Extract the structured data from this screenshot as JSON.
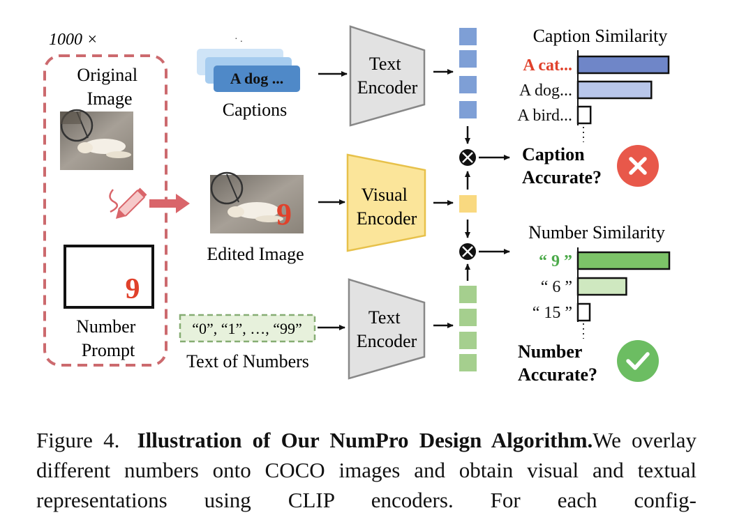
{
  "figure": {
    "multiplier": "1000 ×",
    "left_panel": {
      "original_image_label": [
        "Original",
        "Image"
      ],
      "number_prompt_label": [
        "Number",
        "Prompt"
      ],
      "prompt_number": "9"
    },
    "captions": {
      "card_text": "A dog ...",
      "label": "Captions"
    },
    "edited_image": {
      "label": "Edited Image",
      "overlay_number": "9"
    },
    "text_of_numbers": {
      "box_text": "“0”, “1”, …, “99”",
      "label": "Text of Numbers"
    },
    "encoders": {
      "text_top": [
        "Text",
        "Encoder"
      ],
      "visual": [
        "Visual",
        "Encoder"
      ],
      "text_bottom": [
        "Text",
        "Encoder"
      ]
    },
    "caption_similarity": {
      "title": "Caption Similarity",
      "rows": [
        {
          "label": "A cat...",
          "value": 1.0,
          "color": "#6f86c8",
          "label_color": "#e0412b",
          "bold": true
        },
        {
          "label": "A dog...",
          "value": 0.81,
          "color": "#b8c6ea",
          "label_color": "#111111",
          "bold": false
        },
        {
          "label": "A bird...",
          "value": 0.14,
          "color": "#ffffff",
          "label_color": "#111111",
          "bold": false
        }
      ],
      "question": [
        "Caption",
        "Accurate?"
      ],
      "result": "incorrect",
      "result_icon": "x-icon",
      "result_color": "#e8584a"
    },
    "number_similarity": {
      "title": "Number Similarity",
      "rows": [
        {
          "label": "“ 9 ”",
          "value": 1.0,
          "color": "#7cc368",
          "label_color": "#4caa4a",
          "bold": true
        },
        {
          "label": "“ 6 ”",
          "value": 0.53,
          "color": "#cfe8c0",
          "label_color": "#111111",
          "bold": false
        },
        {
          "label": "“ 15 ”",
          "value": 0.13,
          "color": "#ffffff",
          "label_color": "#111111",
          "bold": false
        }
      ],
      "question": [
        "Number",
        "Accurate?"
      ],
      "result": "correct",
      "result_icon": "check-icon",
      "result_color": "#6cbd62"
    },
    "colors": {
      "dashed_red": "#cc6a6e",
      "arrow_red": "#d9656a",
      "number_red": "#e0412b",
      "encoder_gray": "#e2e2e2",
      "encoder_yellow": "#fbe59a",
      "blue_token": "#7e9fd6",
      "green_token": "#a5cf8e",
      "yellow_token": "#f9d980"
    }
  },
  "caption": {
    "lead": "Figure 4.",
    "title": "Illustration of Our NumPro Design Algorithm.",
    "text_1": "We overlay different numbers onto COCO images and obtain visual",
    "text_2": "and textual representations using CLIP encoders. For each config-"
  }
}
